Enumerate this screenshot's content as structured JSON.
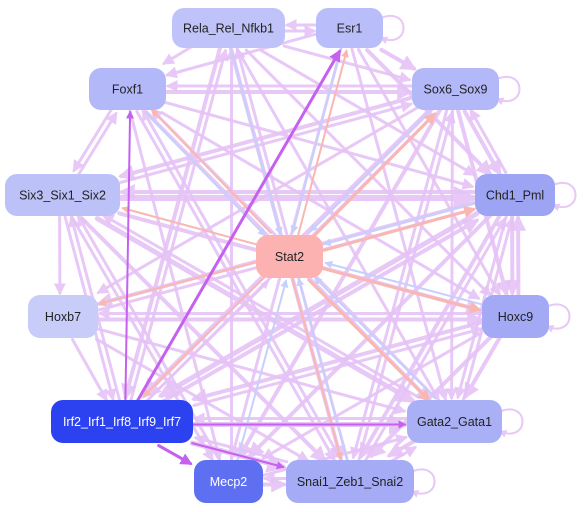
{
  "diagram": {
    "type": "gene-regulatory-network",
    "colors": {
      "edge_default": "#e6c3f6",
      "edge_strong": "#c561ef",
      "edge_salmon": "#f9b7b1",
      "edge_blue": "#c7cffb",
      "node_center": "#fdb2b2"
    },
    "nodes": [
      {
        "id": "rela",
        "label": "Rela_Rel_Nfkb1",
        "fill": "#bfc3f9",
        "text_color": "#222222"
      },
      {
        "id": "esr1",
        "label": "Esr1",
        "fill": "#b9befa",
        "text_color": "#222222"
      },
      {
        "id": "foxf1",
        "label": "Foxf1",
        "fill": "#b3b8f8",
        "text_color": "#222222"
      },
      {
        "id": "sox6",
        "label": "Sox6_Sox9",
        "fill": "#b3b8f8",
        "text_color": "#222222"
      },
      {
        "id": "six3",
        "label": "Six3_Six1_Six2",
        "fill": "#bcc1f7",
        "text_color": "#222222"
      },
      {
        "id": "chd1",
        "label": "Chd1_Pml",
        "fill": "#9da4f4",
        "text_color": "#222222"
      },
      {
        "id": "stat2",
        "label": "Stat2",
        "fill": "#fdb2b2",
        "text_color": "#222222"
      },
      {
        "id": "hoxb7",
        "label": "Hoxb7",
        "fill": "#c8ccf9",
        "text_color": "#222222"
      },
      {
        "id": "hoxc9",
        "label": "Hoxc9",
        "fill": "#a3a9f5",
        "text_color": "#222222"
      },
      {
        "id": "irf",
        "label": "Irf2_Irf1_Irf8_Irf9_Irf7",
        "fill": "#2c42f0",
        "text_color": "#ffffff"
      },
      {
        "id": "gata2",
        "label": "Gata2_Gata1",
        "fill": "#aab0f6",
        "text_color": "#222222"
      },
      {
        "id": "mecp2",
        "label": "Mecp2",
        "fill": "#5f6ff2",
        "text_color": "#ffffff"
      },
      {
        "id": "snai1",
        "label": "Snai1_Zeb1_Snai2",
        "fill": "#a5abf5",
        "text_color": "#222222"
      }
    ],
    "edges": [
      {
        "from": "rela",
        "to": "esr1",
        "kind": "default",
        "weight": 3
      },
      {
        "from": "esr1",
        "to": "rela",
        "kind": "default",
        "weight": 3
      },
      {
        "from": "esr1",
        "to": "esr1",
        "kind": "default",
        "weight": 2
      },
      {
        "from": "esr1",
        "to": "sox6",
        "kind": "default",
        "weight": 4
      },
      {
        "from": "esr1",
        "to": "foxf1",
        "kind": "default",
        "weight": 3
      },
      {
        "from": "rela",
        "to": "sox6",
        "kind": "default",
        "weight": 3
      },
      {
        "from": "rela",
        "to": "foxf1",
        "kind": "default",
        "weight": 3
      },
      {
        "from": "foxf1",
        "to": "sox6",
        "kind": "default",
        "weight": 4
      },
      {
        "from": "sox6",
        "to": "foxf1",
        "kind": "default",
        "weight": 3
      },
      {
        "from": "sox6",
        "to": "sox6",
        "kind": "default",
        "weight": 2
      },
      {
        "from": "foxf1",
        "to": "six3",
        "kind": "default",
        "weight": 3
      },
      {
        "from": "six3",
        "to": "foxf1",
        "kind": "default",
        "weight": 3
      },
      {
        "from": "sox6",
        "to": "chd1",
        "kind": "default",
        "weight": 4
      },
      {
        "from": "chd1",
        "to": "sox6",
        "kind": "default",
        "weight": 3
      },
      {
        "from": "chd1",
        "to": "chd1",
        "kind": "default",
        "weight": 2
      },
      {
        "from": "six3",
        "to": "chd1",
        "kind": "default",
        "weight": 6
      },
      {
        "from": "chd1",
        "to": "six3",
        "kind": "default",
        "weight": 4
      },
      {
        "from": "six3",
        "to": "hoxb7",
        "kind": "default",
        "weight": 3
      },
      {
        "from": "six3",
        "to": "hoxc9",
        "kind": "default",
        "weight": 4
      },
      {
        "from": "chd1",
        "to": "hoxc9",
        "kind": "default",
        "weight": 4
      },
      {
        "from": "hoxc9",
        "to": "chd1",
        "kind": "default",
        "weight": 4
      },
      {
        "from": "hoxc9",
        "to": "hoxc9",
        "kind": "default",
        "weight": 2
      },
      {
        "from": "hoxb7",
        "to": "hoxc9",
        "kind": "default",
        "weight": 4
      },
      {
        "from": "hoxc9",
        "to": "hoxb7",
        "kind": "default",
        "weight": 3
      },
      {
        "from": "hoxb7",
        "to": "irf",
        "kind": "default",
        "weight": 3
      },
      {
        "from": "hoxc9",
        "to": "gata2",
        "kind": "default",
        "weight": 4
      },
      {
        "from": "gata2",
        "to": "gata2",
        "kind": "default",
        "weight": 2
      },
      {
        "from": "irf",
        "to": "gata2",
        "kind": "default",
        "weight": 5
      },
      {
        "from": "gata2",
        "to": "irf",
        "kind": "default",
        "weight": 3
      },
      {
        "from": "irf",
        "to": "mecp2",
        "kind": "default",
        "weight": 3
      },
      {
        "from": "irf",
        "to": "snai1",
        "kind": "default",
        "weight": 5
      },
      {
        "from": "snai1",
        "to": "irf",
        "kind": "default",
        "weight": 3
      },
      {
        "from": "mecp2",
        "to": "snai1",
        "kind": "default",
        "weight": 4
      },
      {
        "from": "snai1",
        "to": "mecp2",
        "kind": "default",
        "weight": 3
      },
      {
        "from": "snai1",
        "to": "snai1",
        "kind": "default",
        "weight": 2
      },
      {
        "from": "gata2",
        "to": "snai1",
        "kind": "default",
        "weight": 4
      },
      {
        "from": "snai1",
        "to": "gata2",
        "kind": "default",
        "weight": 3
      },
      {
        "from": "mecp2",
        "to": "gata2",
        "kind": "default",
        "weight": 3
      },
      {
        "from": "rela",
        "to": "irf",
        "kind": "default",
        "weight": 4
      },
      {
        "from": "irf",
        "to": "rela",
        "kind": "default",
        "weight": 3
      },
      {
        "from": "esr1",
        "to": "mecp2",
        "kind": "default",
        "weight": 3
      },
      {
        "from": "rela",
        "to": "snai1",
        "kind": "default",
        "weight": 4
      },
      {
        "from": "snai1",
        "to": "rela",
        "kind": "default",
        "weight": 3
      },
      {
        "from": "rela",
        "to": "gata2",
        "kind": "default",
        "weight": 3
      },
      {
        "from": "rela",
        "to": "chd1",
        "kind": "default",
        "weight": 3
      },
      {
        "from": "rela",
        "to": "hoxc9",
        "kind": "default",
        "weight": 3
      },
      {
        "from": "esr1",
        "to": "gata2",
        "kind": "default",
        "weight": 3
      },
      {
        "from": "esr1",
        "to": "hoxc9",
        "kind": "default",
        "weight": 3
      },
      {
        "from": "esr1",
        "to": "chd1",
        "kind": "default",
        "weight": 4
      },
      {
        "from": "foxf1",
        "to": "gata2",
        "kind": "default",
        "weight": 4
      },
      {
        "from": "foxf1",
        "to": "hoxc9",
        "kind": "default",
        "weight": 3
      },
      {
        "from": "foxf1",
        "to": "chd1",
        "kind": "default",
        "weight": 3
      },
      {
        "from": "foxf1",
        "to": "snai1",
        "kind": "default",
        "weight": 3
      },
      {
        "from": "foxf1",
        "to": "mecp2",
        "kind": "default",
        "weight": 3
      },
      {
        "from": "sox6",
        "to": "irf",
        "kind": "default",
        "weight": 5
      },
      {
        "from": "irf",
        "to": "sox6",
        "kind": "default",
        "weight": 3
      },
      {
        "from": "sox6",
        "to": "six3",
        "kind": "default",
        "weight": 4
      },
      {
        "from": "six3",
        "to": "sox6",
        "kind": "default",
        "weight": 3
      },
      {
        "from": "sox6",
        "to": "mecp2",
        "kind": "default",
        "weight": 4
      },
      {
        "from": "sox6",
        "to": "hoxb7",
        "kind": "default",
        "weight": 3
      },
      {
        "from": "sox6",
        "to": "hoxc9",
        "kind": "default",
        "weight": 4
      },
      {
        "from": "sox6",
        "to": "gata2",
        "kind": "default",
        "weight": 3
      },
      {
        "from": "sox6",
        "to": "snai1",
        "kind": "default",
        "weight": 3
      },
      {
        "from": "six3",
        "to": "gata2",
        "kind": "default",
        "weight": 5
      },
      {
        "from": "six3",
        "to": "snai1",
        "kind": "default",
        "weight": 4
      },
      {
        "from": "six3",
        "to": "mecp2",
        "kind": "default",
        "weight": 3
      },
      {
        "from": "six3",
        "to": "irf",
        "kind": "default",
        "weight": 3
      },
      {
        "from": "chd1",
        "to": "irf",
        "kind": "default",
        "weight": 5
      },
      {
        "from": "chd1",
        "to": "mecp2",
        "kind": "default",
        "weight": 4
      },
      {
        "from": "chd1",
        "to": "snai1",
        "kind": "default",
        "weight": 4
      },
      {
        "from": "chd1",
        "to": "hoxb7",
        "kind": "default",
        "weight": 4
      },
      {
        "from": "chd1",
        "to": "gata2",
        "kind": "default",
        "weight": 3
      },
      {
        "from": "hoxb7",
        "to": "chd1",
        "kind": "default",
        "weight": 3
      },
      {
        "from": "hoxb7",
        "to": "snai1",
        "kind": "default",
        "weight": 3
      },
      {
        "from": "hoxb7",
        "to": "gata2",
        "kind": "default",
        "weight": 3
      },
      {
        "from": "hoxc9",
        "to": "irf",
        "kind": "default",
        "weight": 4
      },
      {
        "from": "hoxc9",
        "to": "mecp2",
        "kind": "default",
        "weight": 3
      },
      {
        "from": "hoxc9",
        "to": "snai1",
        "kind": "default",
        "weight": 4
      },
      {
        "from": "gata2",
        "to": "chd1",
        "kind": "default",
        "weight": 3
      },
      {
        "from": "gata2",
        "to": "six3",
        "kind": "default",
        "weight": 3
      },
      {
        "from": "snai1",
        "to": "chd1",
        "kind": "default",
        "weight": 3
      },
      {
        "from": "snai1",
        "to": "foxf1",
        "kind": "default",
        "weight": 3
      },
      {
        "from": "snai1",
        "to": "sox6",
        "kind": "default",
        "weight": 3
      },
      {
        "from": "mecp2",
        "to": "rela",
        "kind": "default",
        "weight": 3
      },
      {
        "from": "mecp2",
        "to": "six3",
        "kind": "default",
        "weight": 3
      },
      {
        "from": "gata2",
        "to": "foxf1",
        "kind": "default",
        "weight": 3
      },
      {
        "from": "irf",
        "to": "chd1",
        "kind": "default",
        "weight": 4
      },
      {
        "from": "irf",
        "to": "six3",
        "kind": "default",
        "weight": 3
      },
      {
        "from": "irf",
        "to": "hoxc9",
        "kind": "default",
        "weight": 3
      },
      {
        "from": "irf",
        "to": "esr1",
        "kind": "strong",
        "weight": 3
      },
      {
        "from": "irf",
        "to": "foxf1",
        "kind": "strong",
        "weight": 2
      },
      {
        "from": "irf",
        "to": "mecp2",
        "kind": "strong",
        "weight": 3
      },
      {
        "from": "irf",
        "to": "snai1",
        "kind": "strong",
        "weight": 2
      },
      {
        "from": "irf",
        "to": "gata2",
        "kind": "strong",
        "weight": 2
      },
      {
        "from": "irf",
        "to": "stat2",
        "kind": "default",
        "weight": 2
      },
      {
        "from": "stat2",
        "to": "foxf1",
        "kind": "salmon",
        "weight": 2
      },
      {
        "from": "stat2",
        "to": "six3",
        "kind": "salmon",
        "weight": 2
      },
      {
        "from": "stat2",
        "to": "hoxb7",
        "kind": "salmon",
        "weight": 2
      },
      {
        "from": "stat2",
        "to": "esr1",
        "kind": "salmon",
        "weight": 2
      },
      {
        "from": "stat2",
        "to": "sox6",
        "kind": "salmon",
        "weight": 3
      },
      {
        "from": "stat2",
        "to": "chd1",
        "kind": "salmon",
        "weight": 3
      },
      {
        "from": "stat2",
        "to": "hoxc9",
        "kind": "salmon",
        "weight": 3
      },
      {
        "from": "stat2",
        "to": "gata2",
        "kind": "salmon",
        "weight": 3
      },
      {
        "from": "stat2",
        "to": "snai1",
        "kind": "salmon",
        "weight": 2
      },
      {
        "from": "stat2",
        "to": "irf",
        "kind": "salmon",
        "weight": 2
      },
      {
        "from": "rela",
        "to": "stat2",
        "kind": "blue",
        "weight": 2
      },
      {
        "from": "esr1",
        "to": "stat2",
        "kind": "blue",
        "weight": 2
      },
      {
        "from": "foxf1",
        "to": "stat2",
        "kind": "blue",
        "weight": 2
      },
      {
        "from": "sox6",
        "to": "stat2",
        "kind": "blue",
        "weight": 2
      },
      {
        "from": "hoxc9",
        "to": "stat2",
        "kind": "blue",
        "weight": 2
      },
      {
        "from": "gata2",
        "to": "stat2",
        "kind": "blue",
        "weight": 2
      },
      {
        "from": "snai1",
        "to": "stat2",
        "kind": "blue",
        "weight": 2
      },
      {
        "from": "mecp2",
        "to": "stat2",
        "kind": "blue",
        "weight": 2
      },
      {
        "from": "chd1",
        "to": "stat2",
        "kind": "blue",
        "weight": 2
      }
    ]
  }
}
